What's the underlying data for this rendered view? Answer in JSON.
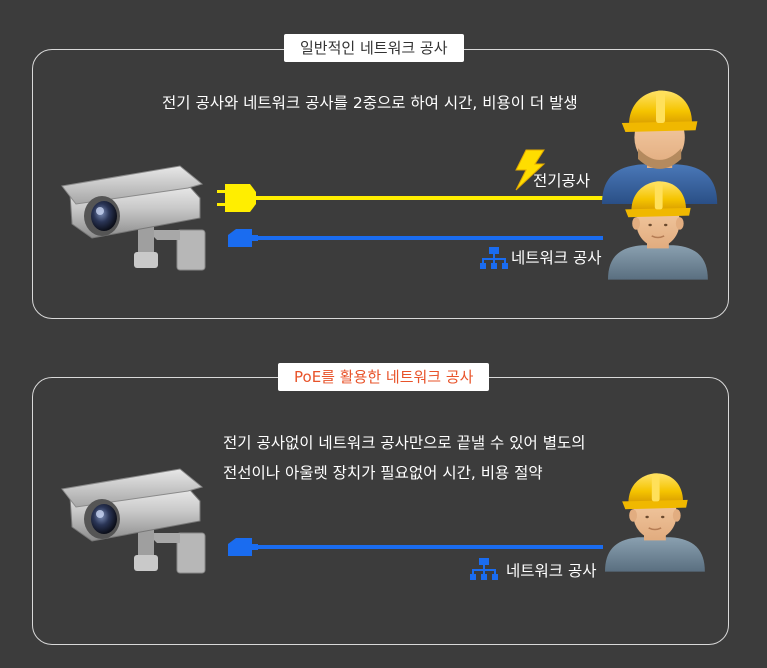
{
  "colors": {
    "background": "#3c3c3c",
    "power_line": "#ffee00",
    "network_line": "#1a6cf0",
    "highlight_title": "#e8532a",
    "helmet": "#f5c400"
  },
  "panel1": {
    "title": "일반적인 네트워크 공사",
    "description": "전기 공사와 네트워크 공사를 2중으로 하여 시간, 비용이 더 발생",
    "power_label": "전기공사",
    "network_label": "네트워크 공사",
    "icons": [
      "cctv-camera-icon",
      "power-plug-icon",
      "network-plug-icon",
      "lightning-icon",
      "network-tree-icon",
      "worker-icon",
      "worker-icon"
    ]
  },
  "panel2": {
    "title": "PoE를 활용한 네트워크 공사",
    "description_line1": "전기 공사없이 네트워크 공사만으로 끝낼 수 있어 별도의",
    "description_line2": "전선이나 아울렛 장치가 필요없어 시간, 비용 절약",
    "network_label": "네트워크 공사",
    "icons": [
      "cctv-camera-icon",
      "network-plug-icon",
      "network-tree-icon",
      "worker-icon"
    ]
  }
}
